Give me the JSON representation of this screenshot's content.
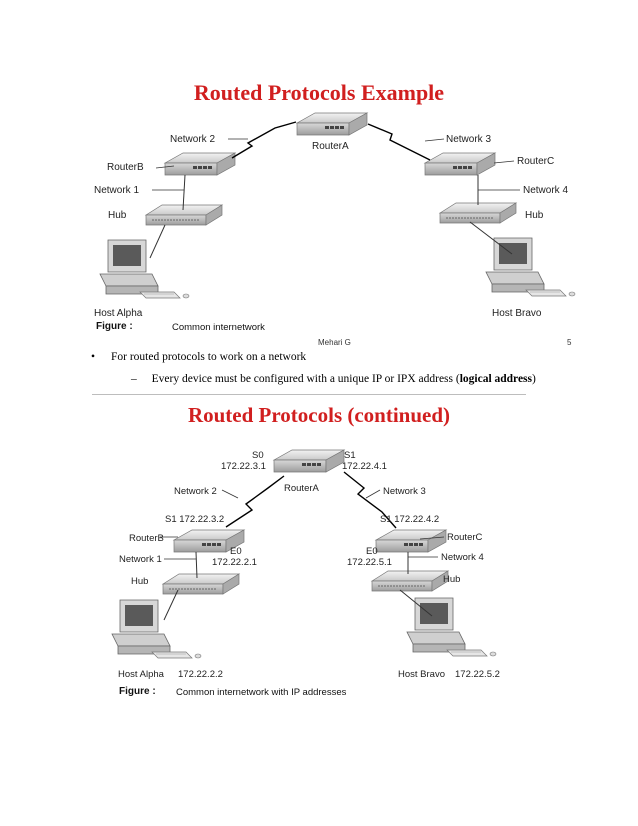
{
  "slide1": {
    "title": "Routed Protocols Example",
    "labels": {
      "network2": "Network 2",
      "network3": "Network 3",
      "routerA": "RouterA",
      "routerB": "RouterB",
      "routerC": "RouterC",
      "network1": "Network 1",
      "network4": "Network 4",
      "hub_left": "Hub",
      "hub_right": "Hub",
      "host_alpha": "Host Alpha",
      "host_bravo": "Host Bravo"
    },
    "figure_label": "Figure :",
    "figure_caption": "Common internetwork",
    "author": "Mehari G",
    "page_number": "5"
  },
  "bullets": {
    "main": "For routed protocols to work on a network",
    "main_marker": "•",
    "sub_marker": "–",
    "sub_prefix": "Every device must be configured with a unique IP or IPX address (",
    "sub_bold": "logical address",
    "sub_suffix": ")"
  },
  "slide2": {
    "title": "Routed Protocols (continued)",
    "labels": {
      "s0": "S0",
      "s0_ip": "172.22.3.1",
      "s1": "S1",
      "s1_ip": "172.22.4.1",
      "routerA": "RouterA",
      "network2": "Network 2",
      "network3": "Network 3",
      "routerB_s1": "S1 172.22.3.2",
      "routerC_s1": "S1 172.22.4.2",
      "routerB": "RouterB",
      "routerC": "RouterC",
      "e0_left": "E0",
      "e0_left_ip": "172.22.2.1",
      "e0_right": "E0",
      "e0_right_ip": "172.22.5.1",
      "network1": "Network 1",
      "network4": "Network 4",
      "hub_left": "Hub",
      "hub_right": "Hub",
      "host_alpha": "Host Alpha",
      "host_alpha_ip": "172.22.2.2",
      "host_bravo": "Host Bravo",
      "host_bravo_ip": "172.22.5.2"
    },
    "figure_label": "Figure :",
    "figure_caption": "Common internetwork with IP addresses"
  }
}
